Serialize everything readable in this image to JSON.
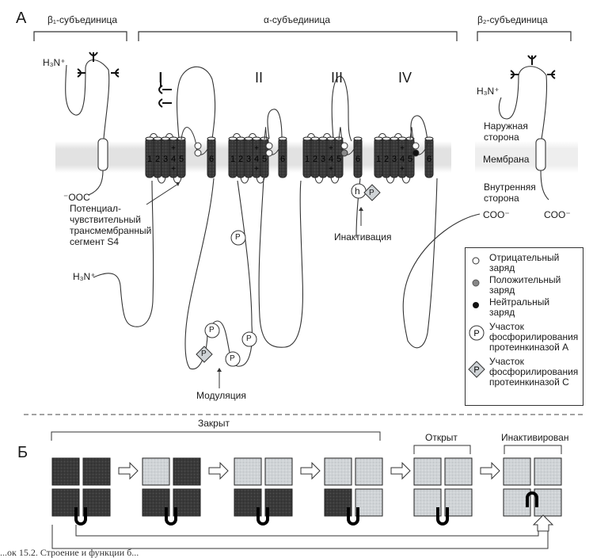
{
  "panel_a": {
    "label": "А",
    "beta1_title": "β₁-субъединица",
    "alpha_title": "α-субъединица",
    "beta2_title": "β₂-субъединица",
    "domains": [
      "I",
      "II",
      "III",
      "IV"
    ],
    "segments": [
      "1",
      "2",
      "3",
      "4",
      "5",
      "6"
    ],
    "beta1_n_term": "H₃N⁺",
    "beta1_c_term": "⁻OOC",
    "alpha_n_term": "H₃N⁺",
    "alpha_c_term": "COO⁻",
    "beta2_n_term": "H₃N⁺",
    "beta2_c_term": "COO⁻",
    "s4_label": [
      "Потенциал-",
      "чувствительный",
      "трансмембранный",
      "сегмент S4"
    ],
    "inactivation_label": "Инактивация",
    "inactivation_gate": "h",
    "modulation_label": "Модуляция",
    "phospho_mark": "P",
    "plus_mark": "+",
    "side_labels": {
      "outer": [
        "Наружная",
        "сторона"
      ],
      "membrane": "Мембрана",
      "inner": [
        "Внутренняя",
        "сторона"
      ]
    },
    "legend": [
      {
        "symbol": "open-circle",
        "text": [
          "Отрицательный",
          "заряд"
        ]
      },
      {
        "symbol": "gray-circle",
        "text": [
          "Положительный",
          "заряд"
        ]
      },
      {
        "symbol": "black-circle",
        "text": [
          "Нейтральный",
          "заряд"
        ]
      },
      {
        "symbol": "circle-p",
        "text": [
          "Участок",
          "фосфорилирования",
          "протеинкиназой А"
        ]
      },
      {
        "symbol": "diamond-p",
        "text": [
          "Участок",
          "фосфорилирования",
          "протеинкиназой С"
        ]
      }
    ]
  },
  "panel_b": {
    "label": "Б",
    "state_closed": "Закрыт",
    "state_open": "Открыт",
    "state_inactivated": "Инактивирован"
  },
  "caption": "...ок 15.2. Строение и функции б..."
}
